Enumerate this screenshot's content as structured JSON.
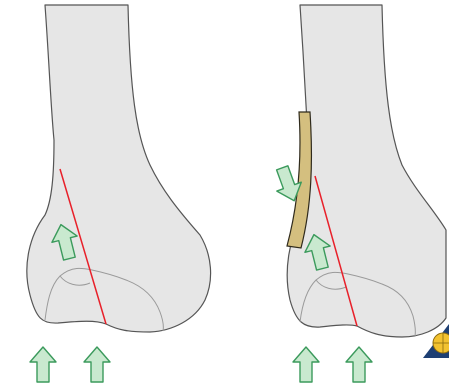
{
  "image": {
    "colors": {
      "background": "#ffffff",
      "bone_fill": "#e6e6e6",
      "bone_stroke": "#555555",
      "fracture_line": "#e8202a",
      "arrow_fill": "#c9e9cf",
      "arrow_stroke": "#3b9a5c",
      "splint_fill": "#d4bf7f",
      "splint_stroke": "#2f2a1c",
      "wedge_fill": "#1e3f73",
      "roller_fill": "#f2c230",
      "roller_stroke": "#8a6a10"
    },
    "icons": [
      "femur-bone",
      "fracture-line",
      "force-arrow-up",
      "force-arrow-diagonal",
      "splint-plate",
      "wedge-support",
      "roller"
    ]
  }
}
